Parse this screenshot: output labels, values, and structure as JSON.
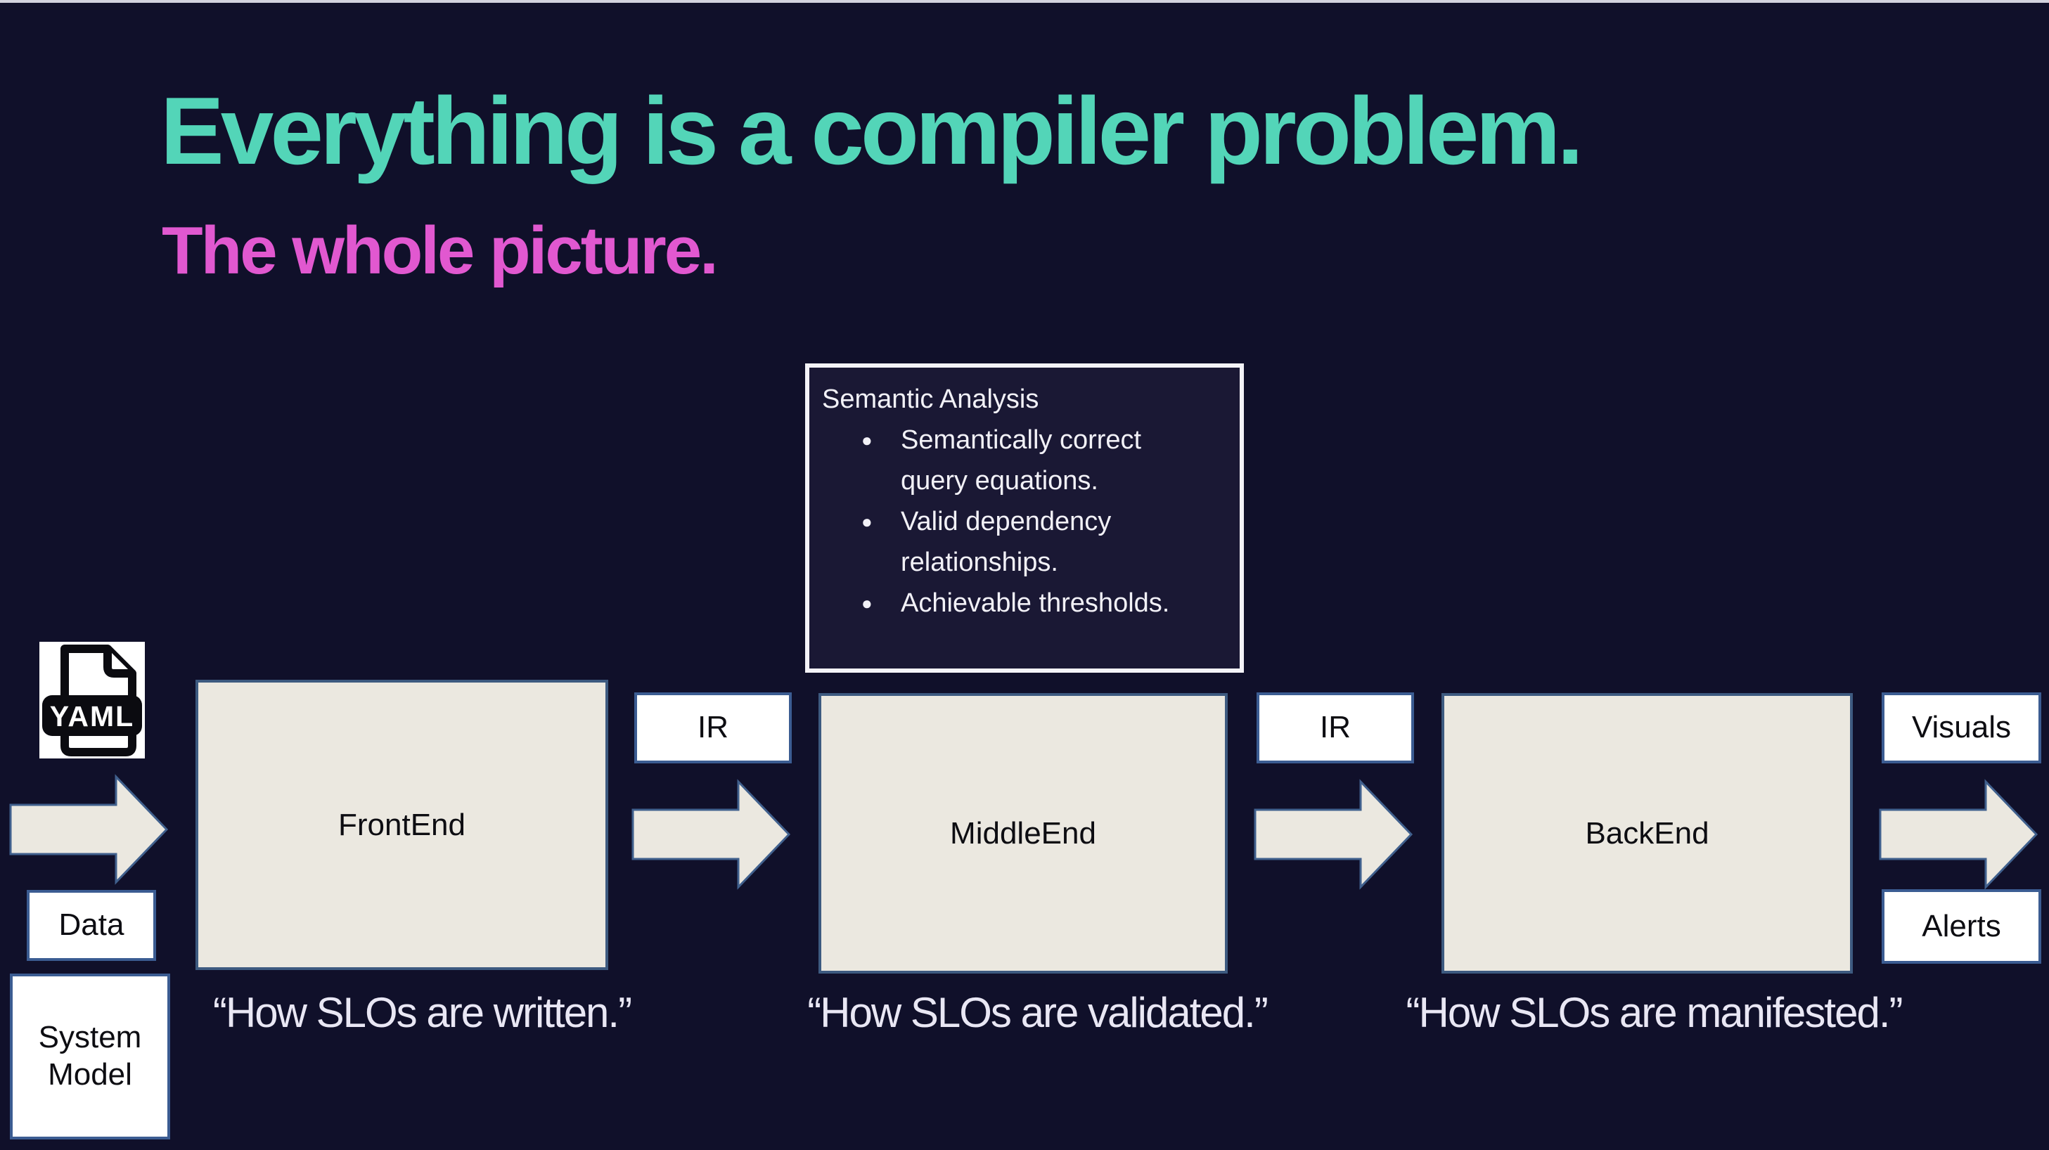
{
  "slide": {
    "title": "Everything is a compiler problem.",
    "subtitle": "The whole picture."
  },
  "colors": {
    "background": "#10102a",
    "title_teal": "#53d5b8",
    "subtitle_pink": "#e158d0",
    "box_cream": "#ebe8e0",
    "box_border_blue": "#3d5a80",
    "white_box_border": "#3b5c92",
    "callout_border": "#f4f3f8",
    "quote_text": "#e9e7f4",
    "label_text": "#0d0d12"
  },
  "semantic_analysis": {
    "title": "Semantic Analysis",
    "bullet_glyph": "●",
    "bullets": [
      "Semantically correct query equations.",
      "Valid dependency relationships.",
      "Achievable thresholds."
    ]
  },
  "pipeline": {
    "yaml_icon_label": "YAML",
    "inputs": {
      "data": "Data",
      "system_model": "System Model"
    },
    "stages": [
      {
        "label": "FrontEnd"
      },
      {
        "label": "MiddleEnd"
      },
      {
        "label": "BackEnd"
      }
    ],
    "ir_labels": [
      "IR",
      "IR"
    ],
    "outputs": {
      "visuals": "Visuals",
      "alerts": "Alerts"
    }
  },
  "quotes": [
    "“How SLOs are written.”",
    "“How SLOs are validated.”",
    "“How SLOs are manifested.”"
  ]
}
